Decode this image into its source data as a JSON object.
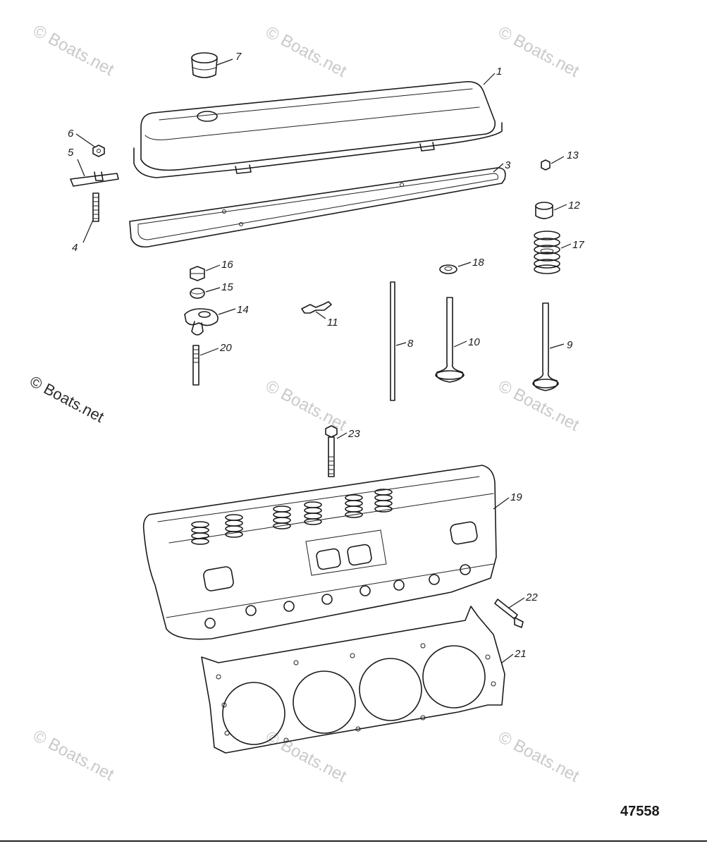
{
  "watermark_text": "© Boats.net",
  "figure_number": "47558",
  "callouts": {
    "c1": "1",
    "c3": "3",
    "c4": "4",
    "c5": "5",
    "c6": "6",
    "c7": "7",
    "c8": "8",
    "c9": "9",
    "c10": "10",
    "c11": "11",
    "c12": "12",
    "c13": "13",
    "c14": "14",
    "c15": "15",
    "c16": "16",
    "c17": "17",
    "c18": "18",
    "c19": "19",
    "c20": "20",
    "c21": "21",
    "c22": "22",
    "c23": "23"
  },
  "colors": {
    "line": "#1b1b1b",
    "watermark": "#c9c9c9",
    "background": "#ffffff"
  }
}
